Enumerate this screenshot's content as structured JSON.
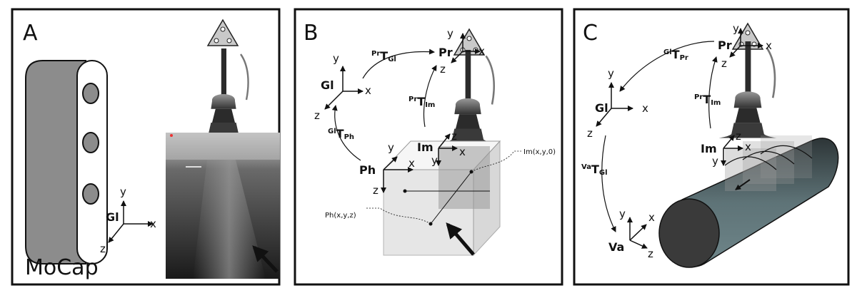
{
  "panels": {
    "a": {
      "letter": "A",
      "title": "MoCap",
      "frame": "Gl"
    },
    "b": {
      "letter": "B",
      "frames": {
        "gl": "Gl",
        "pr": "Pr",
        "im": "Im",
        "ph": "Ph"
      },
      "transforms": {
        "pr_gl": {
          "sup": "Pr",
          "main": "T",
          "sub": "Gl"
        },
        "pr_im": {
          "sup": "Pr",
          "main": "T",
          "sub": "Im"
        },
        "gl_ph": {
          "sup": "Gl",
          "main": "T",
          "sub": "Ph"
        }
      },
      "notes": {
        "im_point": "Im(x,y,0)",
        "ph_point": "Ph(x,y,z)"
      }
    },
    "c": {
      "letter": "C",
      "frames": {
        "gl": "Gl",
        "pr": "Pr",
        "im": "Im",
        "va": "Va"
      },
      "transforms": {
        "gl_pr": {
          "sup": "Gl",
          "main": "T",
          "sub": "Pr"
        },
        "pr_im": {
          "sup": "Pr",
          "main": "T",
          "sub": "Im"
        },
        "va_gl": {
          "sup": "Va",
          "main": "T",
          "sub": "Gl"
        }
      }
    }
  },
  "axis_labels": {
    "x": "x",
    "y": "y",
    "z": "z"
  },
  "colors": {
    "cylinder": "#8c8c8c",
    "probe": "#2b2b2b",
    "vessel": "#5e7377",
    "phantom": "#d9d9d9",
    "triangle": "#c9c9c9"
  }
}
